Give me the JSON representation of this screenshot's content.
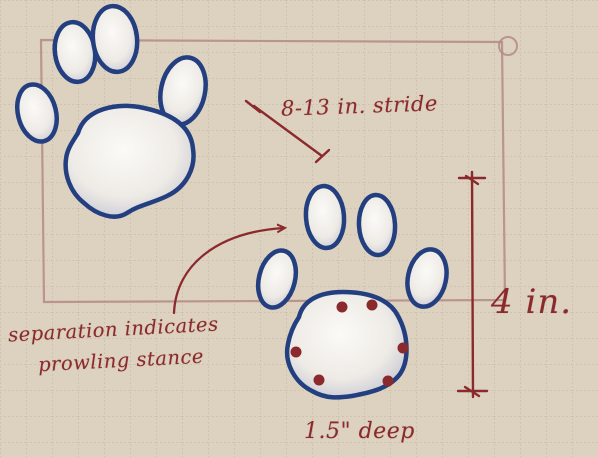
{
  "colors": {
    "paper": "#ddd2c0",
    "grid": "#b9ab98",
    "ink_blue": "#233f80",
    "ink_red": "#8b2a2c",
    "pad_fill": "#f4f1ec"
  },
  "annotations": {
    "stride": "8-13 in. stride",
    "height": "4 in.",
    "note_line_1": "separation indicates",
    "note_line_2": "prowling stance",
    "depth": "1.5\" deep"
  }
}
